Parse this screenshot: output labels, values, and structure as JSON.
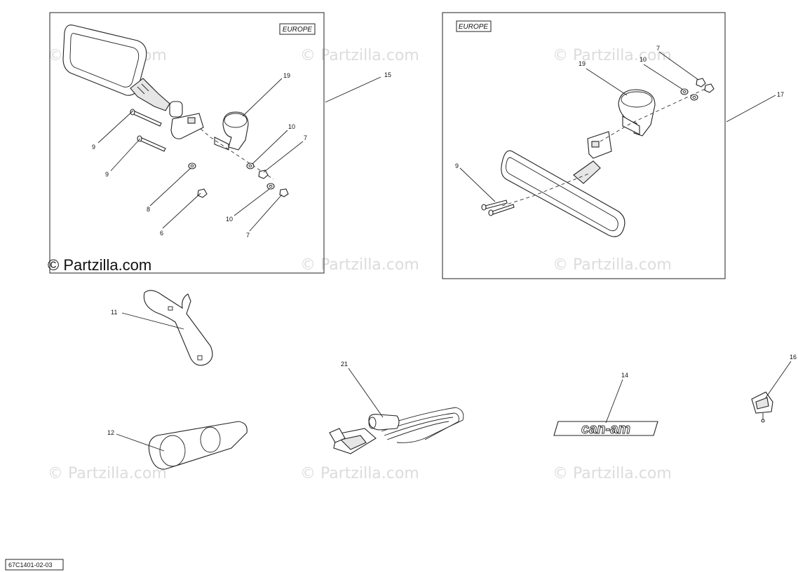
{
  "region_badges": [
    "EUROPE",
    "EUROPE"
  ],
  "callouts": {
    "left_mirror_kit": [
      "15",
      "19",
      "10",
      "7",
      "9",
      "9",
      "8",
      "6",
      "10",
      "7"
    ],
    "rear_mirror_kit": [
      "7",
      "10",
      "19",
      "17",
      "9"
    ],
    "loose_parts": [
      "11",
      "21",
      "14",
      "16",
      "12"
    ]
  },
  "logo_decal": "can-am",
  "watermark": "© Partzilla.com",
  "copyright": "© Partzilla.com",
  "diagram_code": "67C1401-02-03"
}
